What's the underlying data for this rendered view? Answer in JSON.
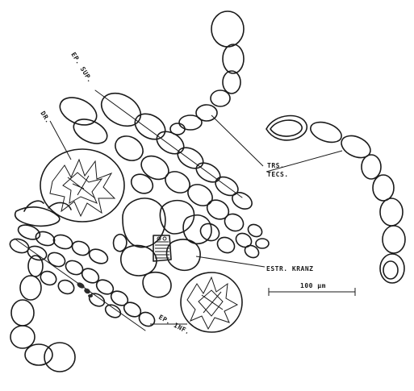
{
  "labels": {
    "ep_sup": "EP. SUP.",
    "dr": "DR.",
    "trs": "TRS.",
    "tecs": "TECS.",
    "estr_kranz": "ESTR. KRANZ",
    "scale_bar": "100 µm",
    "ep_inf": "EP. INF."
  },
  "colors": {
    "ink": "#1a1a1a",
    "background": "#ffffff"
  }
}
